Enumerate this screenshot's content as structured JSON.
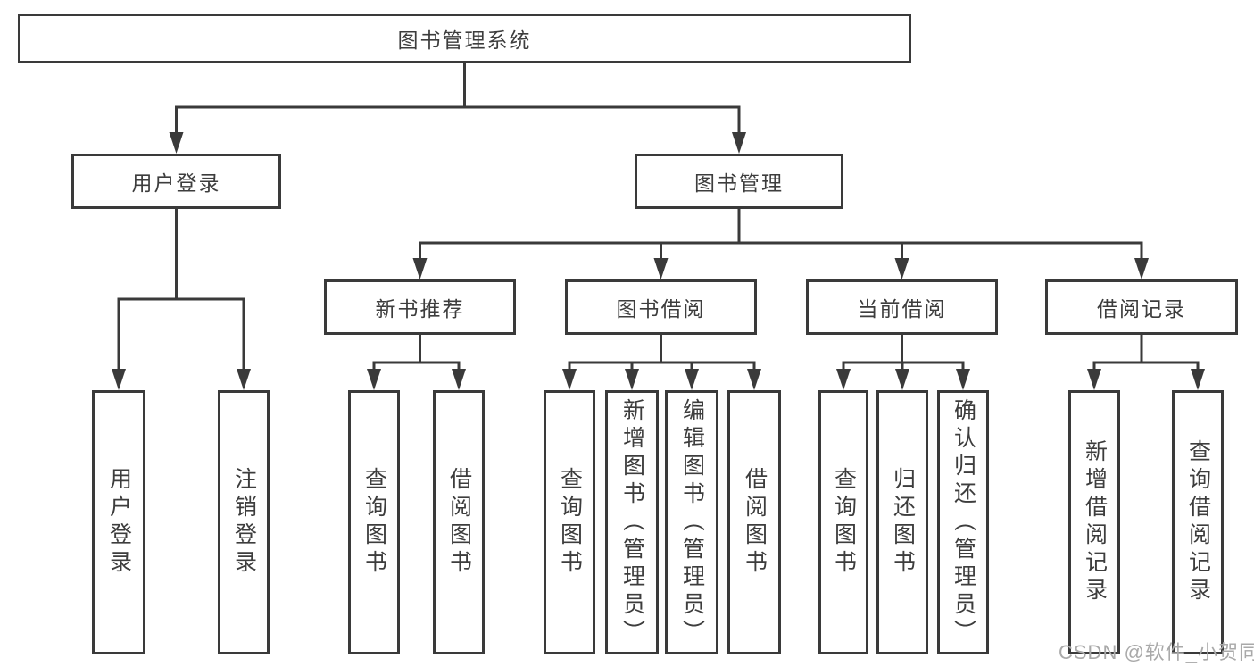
{
  "diagram_type": "hierarchy-tree",
  "colors": {
    "line": "#3a3a3a",
    "text": "#3d3d3d",
    "background": "#ffffff",
    "watermark": "#a9a9a9"
  },
  "tree": {
    "label": "图书管理系统",
    "children": [
      {
        "label": "用户登录",
        "children": [
          {
            "label": "用户登录"
          },
          {
            "label": "注销登录"
          }
        ]
      },
      {
        "label": "图书管理",
        "children": [
          {
            "label": "新书推荐",
            "children": [
              {
                "label": "查询图书"
              },
              {
                "label": "借阅图书"
              }
            ]
          },
          {
            "label": "图书借阅",
            "children": [
              {
                "label": "查询图书"
              },
              {
                "label": "新增图书（管理员）"
              },
              {
                "label": "编辑图书（管理员）"
              },
              {
                "label": "借阅图书"
              }
            ]
          },
          {
            "label": "当前借阅",
            "children": [
              {
                "label": "查询图书"
              },
              {
                "label": "归还图书"
              },
              {
                "label": "确认归还（管理员）"
              }
            ]
          },
          {
            "label": "借阅记录",
            "children": [
              {
                "label": "新增借阅记录"
              },
              {
                "label": "查询借阅记录"
              }
            ]
          }
        ]
      }
    ]
  },
  "watermark": {
    "text": "CSDN @软件_小贺同学"
  }
}
